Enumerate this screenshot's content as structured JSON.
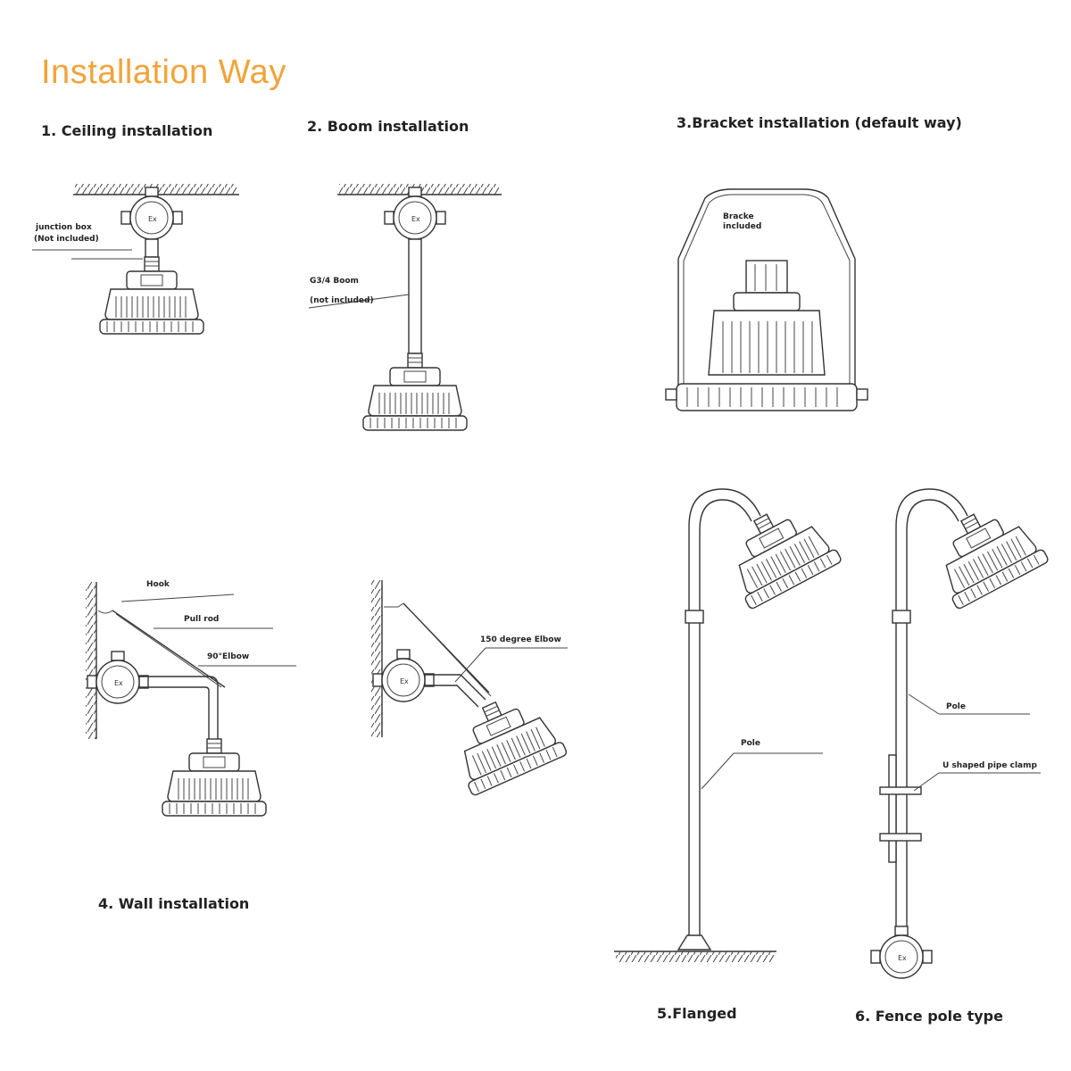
{
  "title": "Installation Way",
  "colors": {
    "title": "#f0a43a",
    "line": "#333333"
  },
  "methods": [
    {
      "caption": "1. Ceiling installation",
      "labels": [
        "junction box",
        "(Not included)"
      ]
    },
    {
      "caption": "2. Boom installation",
      "labels": [
        "G3/4 Boom",
        "(not included)"
      ]
    },
    {
      "caption": "3.Bracket installation (default way)",
      "labels": [
        "Bracke",
        "included"
      ]
    },
    {
      "caption": "4. Wall installation",
      "labels": [
        "Hook",
        "Pull rod",
        "90°Elbow",
        "150 degree Elbow"
      ]
    },
    {
      "caption": "5.Flanged",
      "labels": [
        "Pole"
      ]
    },
    {
      "caption": "6. Fence pole type",
      "labels": [
        "Pole",
        "U shaped pipe clamp"
      ]
    }
  ]
}
